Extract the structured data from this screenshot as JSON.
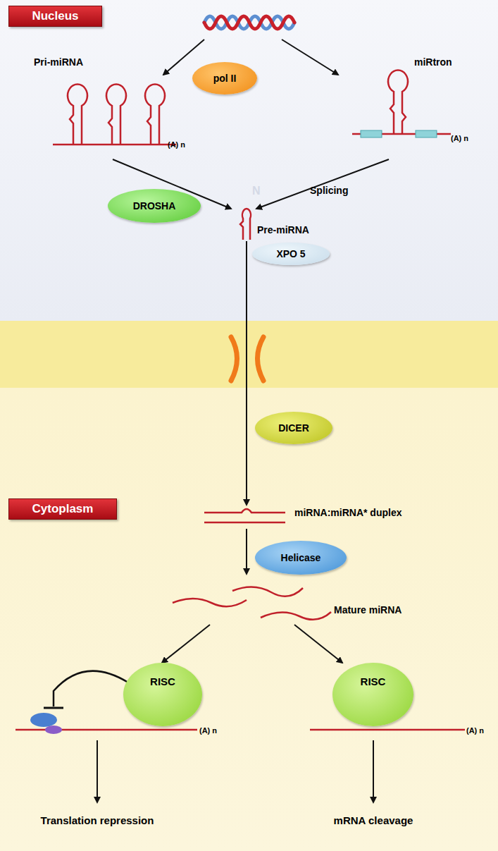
{
  "diagram": {
    "nodes": [
      {
        "text": [
          "Nucleus"
        ]
      },
      {
        "text": [
          "pol II"
        ]
      },
      {
        "text": [
          "DROSHA"
        ]
      },
      {
        "text": [
          "XPO 5"
        ]
      },
      {
        "text": [
          "Cytoplasm"
        ]
      },
      {
        "text": [
          "DICER"
        ]
      },
      {
        "text": [
          "Helicase"
        ]
      },
      {
        "text": [
          "RISC"
        ]
      },
      {
        "text": [
          "RISC"
        ]
      }
    ],
    "labels": [
      "Pri-miRNA",
      "(A) n",
      "N",
      "miRtron",
      "(A) n",
      "Splicing",
      "Pre-miRNA",
      "miRNA:miRNA* duplex",
      "Mature miRNA",
      "(A) n",
      "(A) n",
      "Translation repression",
      "mRNA cleavage"
    ]
  }
}
